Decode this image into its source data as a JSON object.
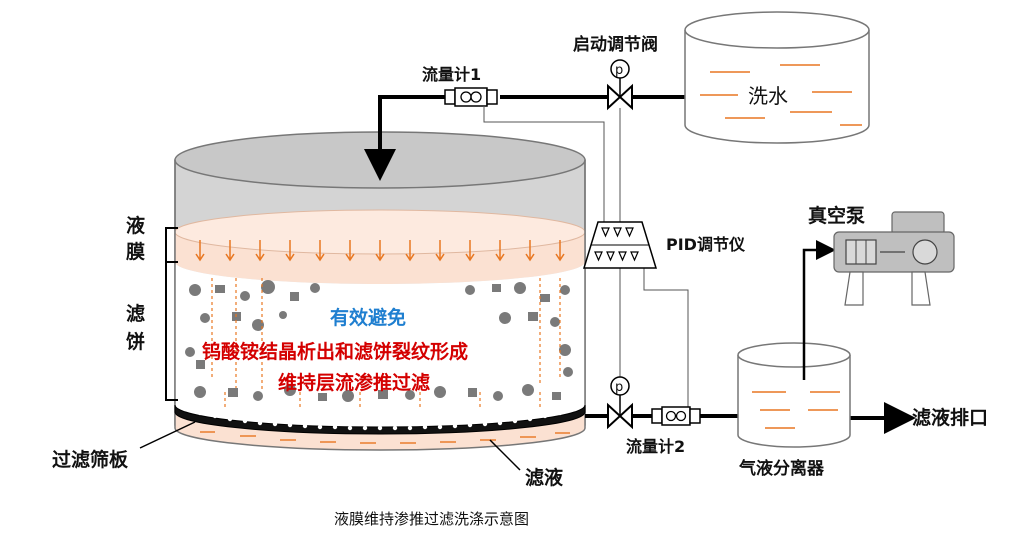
{
  "labels": {
    "valve_top": "启动调节阀",
    "flowmeter1": "流量计1",
    "wash_water": "洗水",
    "vacuum_pump": "真空泵",
    "pid": "PID调节仪",
    "liquid_film_1": "液",
    "liquid_film_2": "膜",
    "filter_cake_1": "滤",
    "filter_cake_2": "饼",
    "highlight_1": "有效避免",
    "highlight_2": "钨酸铵结晶析出和滤饼裂纹形成",
    "highlight_3": "维持层流渗推过滤",
    "filter_plate": "过滤筛板",
    "filtrate": "滤液",
    "flowmeter2": "流量计2",
    "separator": "气液分离器",
    "outlet": "滤液排口",
    "valve_symbol": "p",
    "caption": "液膜维持渗推过滤洗涤示意图"
  },
  "colors": {
    "highlight_blue": "#1f7fd0",
    "highlight_red": "#d40000",
    "liquid_orange": "#e87722",
    "film_fill": "#fbe1d2",
    "tank_gray": "#d4d4d4",
    "equipment_gray": "#bfbfbf"
  }
}
